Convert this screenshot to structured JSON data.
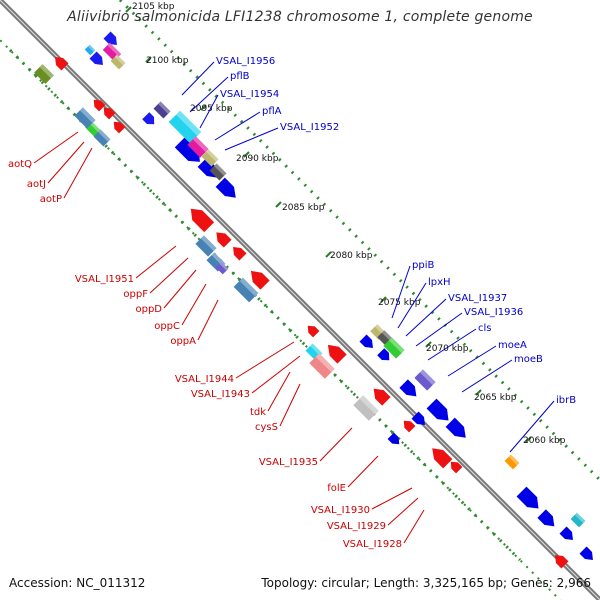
{
  "title": "Aliivibrio salmonicida LFI1238 chromosome 1, complete genome",
  "footer": {
    "accession": "Accession: NC_011312",
    "summary": "Topology: circular; Length: 3,325,165 bp; Genes: 2,966"
  },
  "ticks": [
    "2105 kbp",
    "2100 kbp",
    "2095 kbp",
    "2090 kbp",
    "2085 kbp",
    "2080 kbp",
    "2075 kbp",
    "2070 kbp",
    "2065 kbp",
    "2060 kbp"
  ],
  "labels_forward": [
    "VSAL_I1956",
    "pflB",
    "VSAL_I1954",
    "pflA",
    "VSAL_I1952",
    "ppiB",
    "lpxH",
    "VSAL_I1937",
    "VSAL_I1936",
    "cls",
    "moeA",
    "moeB",
    "ibrB"
  ],
  "labels_reverse": [
    "aotQ",
    "aotJ",
    "aotP",
    "VSAL_I1951",
    "oppF",
    "oppD",
    "oppC",
    "oppA",
    "VSAL_I1944",
    "VSAL_I1943",
    "tdk",
    "cysS",
    "VSAL_I1935",
    "folE",
    "VSAL_I1930",
    "VSAL_I1929",
    "VSAL_I1928"
  ],
  "colors": {
    "backbone": "#7a7a7a",
    "forward": "#0000e6",
    "reverse": "#ee1111",
    "forward_label": "#0000cc",
    "reverse_label": "#cc0000",
    "dots": "#2e8b2e"
  }
}
